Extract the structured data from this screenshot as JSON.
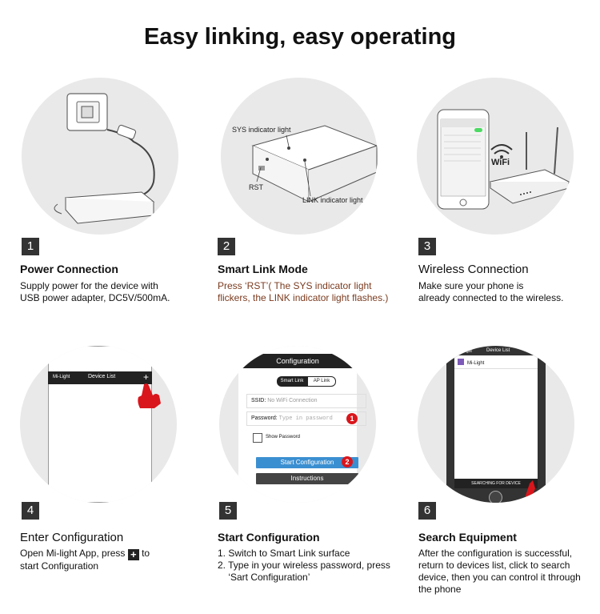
{
  "title": "Easy linking, easy operating",
  "steps": [
    {
      "num": "1",
      "title": "Power Connection",
      "desc": [
        "Supply power for the device with",
        "USB power adapter, DC5V/500mA."
      ]
    },
    {
      "num": "2",
      "title": "Smart Link Mode",
      "desc": [
        "Press ‘RST’( The SYS indicator light",
        "flickers, the LINK indicator light flashes.)"
      ]
    },
    {
      "num": "3",
      "title": "Wireless Connection",
      "desc": [
        "Make sure your phone is",
        "already connected to the wireless."
      ]
    },
    {
      "num": "4",
      "title": "Enter Configuration",
      "desc_pre": "Open Mi-light App, press",
      "desc_post": "to",
      "desc2": "start Configuration"
    },
    {
      "num": "5",
      "title": "Start Configuration",
      "desc": [
        "1. Switch to Smart Link surface",
        "2. Type in your wireless password, press",
        "    ‘Sart Configuration’"
      ]
    },
    {
      "num": "6",
      "title": "Search Equipment",
      "desc": [
        "After the configuration is successful,",
        "return to devices list, click to search",
        "device, then you can control it through",
        "the phone"
      ]
    }
  ],
  "illustrations": {
    "step2": {
      "sys_label": "SYS indicator light",
      "rst_label": "RST",
      "link_label": "LINK indicator light"
    },
    "step3": {
      "wifi_label": "WiFi"
    },
    "step4": {
      "brand": "Mi-Light",
      "header": "Device List",
      "plus": "+"
    },
    "step5": {
      "header": "Configuration",
      "tab_smart": "Smart Link",
      "tab_ap": "AP Link",
      "ssid_label": "SSID:",
      "ssid_value": "No WiFi Connection",
      "password_label": "Password:",
      "password_placeholder": "Type in password",
      "show_password": "Show Password",
      "start_button": "Start Configuration",
      "instructions_button": "Instructions",
      "badge1": "1",
      "badge2": "2"
    },
    "step6": {
      "brand": "Mi-Light",
      "header": "Device List",
      "item": "Mi-Light",
      "search_bar": "SEARCHING FOR DEVICE"
    }
  },
  "colors": {
    "accent_blue": "#3a8fd1",
    "badge_red": "#d9161c",
    "dark": "#222222",
    "desc_brown": "#7a3b1f"
  }
}
